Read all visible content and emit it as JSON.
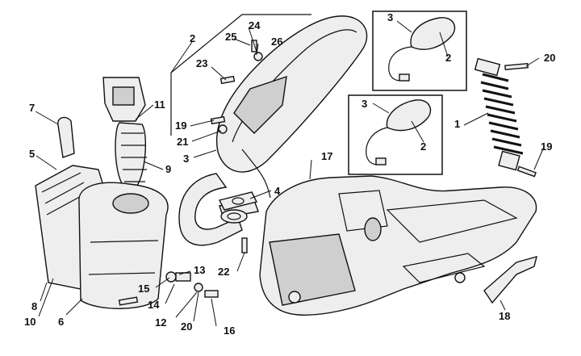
{
  "callouts": {
    "c1": "1",
    "c2a": "2",
    "c2b": "2",
    "c2c": "2",
    "c3a": "3",
    "c3b": "3",
    "c3c": "3",
    "c4": "4",
    "c5": "5",
    "c6": "6",
    "c7": "7",
    "c8": "8",
    "c9": "9",
    "c10": "10",
    "c11": "11",
    "c12": "12",
    "c13": "13",
    "c14": "14",
    "c15": "15",
    "c16": "16",
    "c17": "17",
    "c18": "18",
    "c19a": "19",
    "c19b": "19",
    "c20a": "20",
    "c20b": "20",
    "c21": "21",
    "c22": "22",
    "c23": "23",
    "c24": "24",
    "c25": "25",
    "c26": "26"
  }
}
